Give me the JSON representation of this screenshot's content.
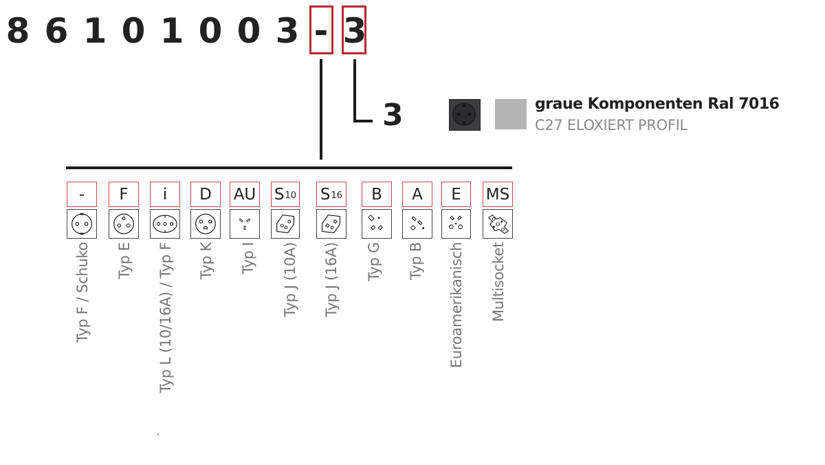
{
  "article_number": {
    "digits": [
      "8",
      "6",
      "1",
      "0",
      "1",
      "0",
      "0",
      "3",
      "-",
      "3"
    ]
  },
  "selected_option": {
    "code": "3",
    "title": "graue Komponenten Ral 7016",
    "subtitle": "C27 ELOXIERT PROFIL",
    "colors": {
      "socket": "#3d3d3f",
      "swatch": "#b4b4b4"
    }
  },
  "accent_color": "#b8262c",
  "socket_options": [
    {
      "code": "-",
      "sub": "",
      "icon": "schuko-socket-icon",
      "label": "Typ F / Schuko"
    },
    {
      "code": "F",
      "sub": "",
      "icon": "type-e-socket-icon",
      "label": "Typ E"
    },
    {
      "code": "i",
      "sub": "",
      "icon": "type-l-socket-icon",
      "label": "Typ L (10/16A) / Typ F"
    },
    {
      "code": "D",
      "sub": "",
      "icon": "type-k-socket-icon",
      "label": "Typ K"
    },
    {
      "code": "AU",
      "sub": "",
      "icon": "type-i-socket-icon",
      "label": "Typ I"
    },
    {
      "code": "S",
      "sub": "10",
      "icon": "type-j-10a-socket-icon",
      "label": "Typ J (10A)"
    },
    {
      "code": "S",
      "sub": "16",
      "icon": "type-j-16a-socket-icon",
      "label": "Typ J (16A)"
    },
    {
      "code": "B",
      "sub": "",
      "icon": "type-g-socket-icon",
      "label": "Typ G"
    },
    {
      "code": "A",
      "sub": "",
      "icon": "type-b-socket-icon",
      "label": "Typ B"
    },
    {
      "code": "E",
      "sub": "",
      "icon": "euroamerican-socket-icon",
      "label": "Euroamerikanisch"
    },
    {
      "code": "MS",
      "sub": "",
      "icon": "multisocket-icon",
      "label": "Multisocket"
    }
  ]
}
